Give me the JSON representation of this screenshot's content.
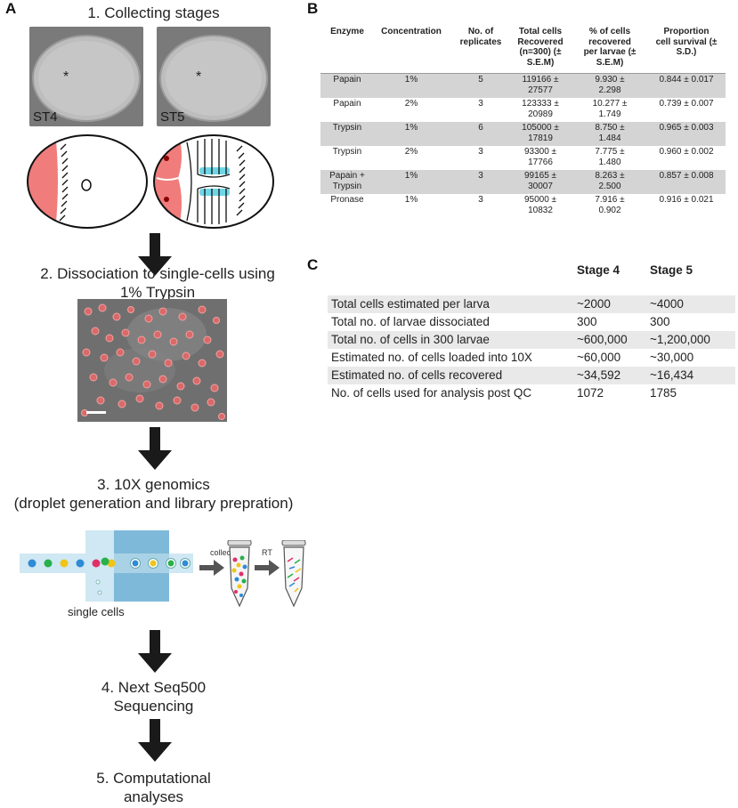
{
  "panel_a": {
    "letter": "A",
    "step1": "1. Collecting stages",
    "photo_left_label": "ST4",
    "photo_right_label": "ST5",
    "asterisk": "*",
    "step2_line1": "2. Dissociation to single-cells using",
    "step2_line2": "1% Trypsin",
    "step3_line1": "3. 10X genomics",
    "step3_line2": "(droplet generation and library prepration)",
    "collect_label": "collect",
    "rt_label": "RT",
    "single_cells_label": "single cells",
    "step4_line1": "4. Next Seq500",
    "step4_line2": "Sequencing",
    "step5_line1": "5. Computational",
    "step5_line2": "analyses",
    "colors": {
      "anterior_pink": "#f07c7c",
      "neural_cyan": "#6fd6e6",
      "channel_light": "#cce8f3",
      "channel_dark": "#7fb9d9"
    }
  },
  "panel_b": {
    "letter": "B",
    "headers": [
      [
        "Enzyme"
      ],
      [
        "Concentration"
      ],
      [
        "No. of",
        "replicates"
      ],
      [
        "Total cells",
        "Recovered",
        "(n=300) (±",
        "S.E.M)"
      ],
      [
        "% of cells",
        "recovered",
        "per larvae (±",
        "S.E.M)"
      ],
      [
        "Proportion",
        "cell survival (±",
        "S.D.)"
      ]
    ],
    "rows": [
      {
        "enzyme": [
          "Papain"
        ],
        "conc": "1%",
        "reps": "5",
        "total": [
          "119166 ±",
          "27577"
        ],
        "pct": [
          "9.930 ±",
          "2.298"
        ],
        "surv": "0.844 ± 0.017"
      },
      {
        "enzyme": [
          "Papain"
        ],
        "conc": "2%",
        "reps": "3",
        "total": [
          "123333 ±",
          "20989"
        ],
        "pct": [
          "10.277 ±",
          "1.749"
        ],
        "surv": "0.739 ± 0.007"
      },
      {
        "enzyme": [
          "Trypsin"
        ],
        "conc": "1%",
        "reps": "6",
        "total": [
          "105000 ±",
          "17819"
        ],
        "pct": [
          "8.750 ±",
          "1.484"
        ],
        "surv": "0.965 ± 0.003"
      },
      {
        "enzyme": [
          "Trypsin"
        ],
        "conc": "2%",
        "reps": "3",
        "total": [
          "93300 ±",
          "17766"
        ],
        "pct": [
          "7.775 ±",
          "1.480"
        ],
        "surv": "0.960 ± 0.002"
      },
      {
        "enzyme": [
          "Papain +",
          "Trypsin"
        ],
        "conc": "1%",
        "reps": "3",
        "total": [
          "99165 ±",
          "30007"
        ],
        "pct": [
          "8.263 ±",
          "2.500"
        ],
        "surv": "0.857 ± 0.008"
      },
      {
        "enzyme": [
          "Pronase"
        ],
        "conc": "1%",
        "reps": "3",
        "total": [
          "95000 ±",
          "10832"
        ],
        "pct": [
          "7.916 ±",
          "0.902"
        ],
        "surv": "0.916 ± 0.021"
      }
    ]
  },
  "panel_c": {
    "letter": "C",
    "col_stage4": "Stage 4",
    "col_stage5": "Stage 5",
    "rows": [
      {
        "label": "Total cells estimated per larva",
        "s4": "~2000",
        "s5": "~4000"
      },
      {
        "label": "Total no. of larvae dissociated",
        "s4": "300",
        "s5": "300"
      },
      {
        "label": "Total no. of cells in 300 larvae",
        "s4": "~600,000",
        "s5": "~1,200,000"
      },
      {
        "label": "Estimated no. of cells loaded into 10X",
        "s4": "~60,000",
        "s5": "~30,000"
      },
      {
        "label": "Estimated no. of cells recovered",
        "s4": "~34,592",
        "s5": "~16,434"
      },
      {
        "label": "No. of cells used for analysis post QC",
        "s4": "1072",
        "s5": "1785"
      }
    ]
  }
}
